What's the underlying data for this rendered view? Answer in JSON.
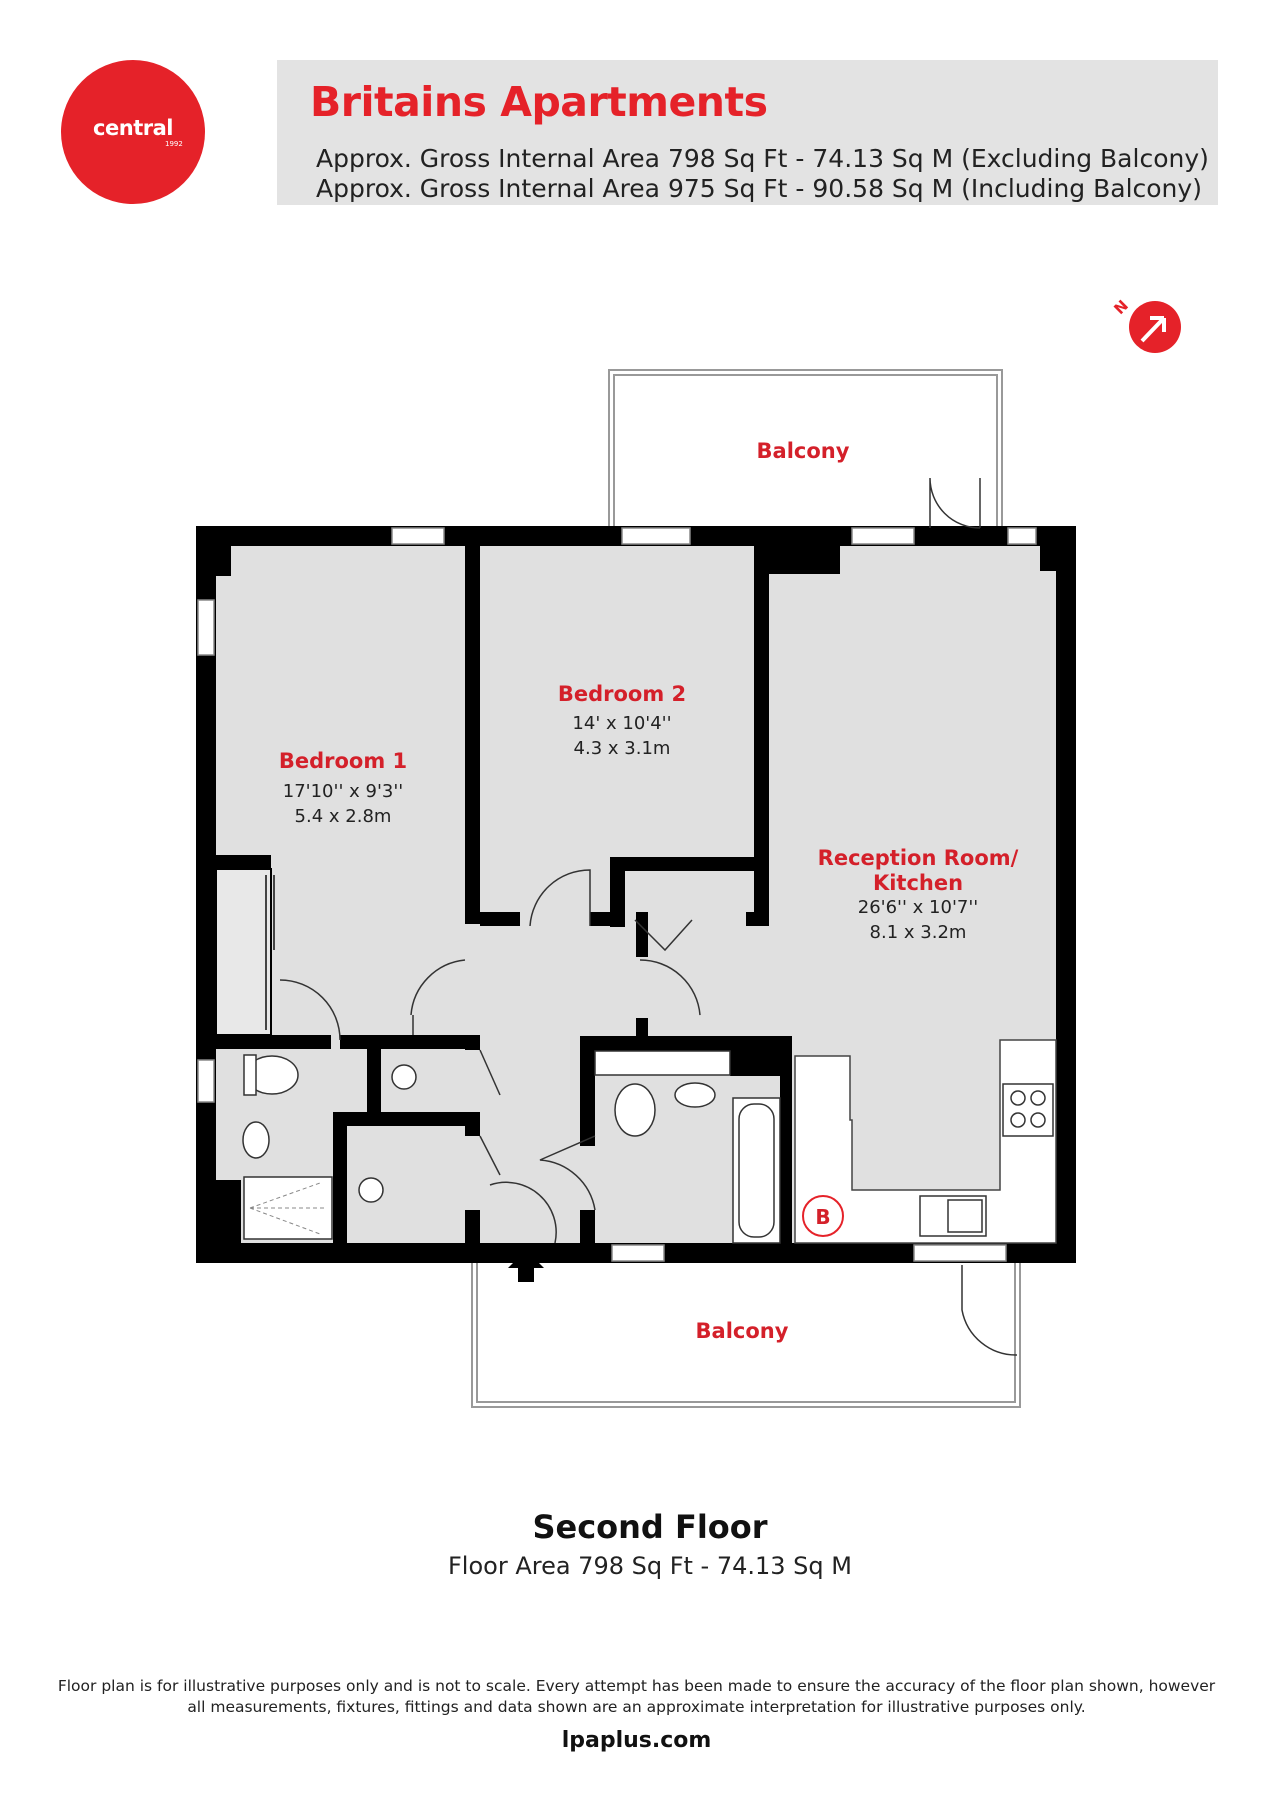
{
  "logo": {
    "text": "central",
    "year": "1992"
  },
  "header": {
    "title": "Britains Apartments",
    "area_excluding": "Approx. Gross Internal Area 798 Sq Ft - 74.13 Sq M (Excluding Balcony)",
    "area_including": "Approx. Gross Internal Area 975 Sq Ft - 90.58 Sq M (Including Balcony)"
  },
  "compass": {
    "label": "N",
    "icon": "north-arrow-icon"
  },
  "rooms": {
    "balcony_top": {
      "name": "Balcony"
    },
    "bedroom2": {
      "name": "Bedroom 2",
      "imperial": "14' x 10'4''",
      "metric": "4.3 x 3.1m"
    },
    "bedroom1": {
      "name": "Bedroom 1",
      "imperial": "17'10'' x 9'3''",
      "metric": "5.4 x 2.8m"
    },
    "reception": {
      "name_line1": "Reception Room/",
      "name_line2": "Kitchen",
      "imperial": "26'6'' x 10'7''",
      "metric": "8.1 x 3.2m"
    },
    "balcony_bottom": {
      "name": "Balcony"
    },
    "boiler": {
      "label": "B"
    }
  },
  "footer": {
    "floor_title": "Second Floor",
    "floor_area": "Floor Area 798 Sq Ft - 74.13 Sq M",
    "disclaimer_line1": "Floor plan is for illustrative purposes only and is not to scale. Every attempt has been made to ensure the accuracy of the floor plan shown, however",
    "disclaimer_line2": "all measurements, fixtures, fittings and data shown are an approximate interpretation for illustrative purposes only.",
    "site": "lpaplus.com"
  },
  "colors": {
    "brand_red": "#e52229",
    "wall": "#000000",
    "floor": "#e0e0e0",
    "header_bg": "#e3e3e3"
  }
}
